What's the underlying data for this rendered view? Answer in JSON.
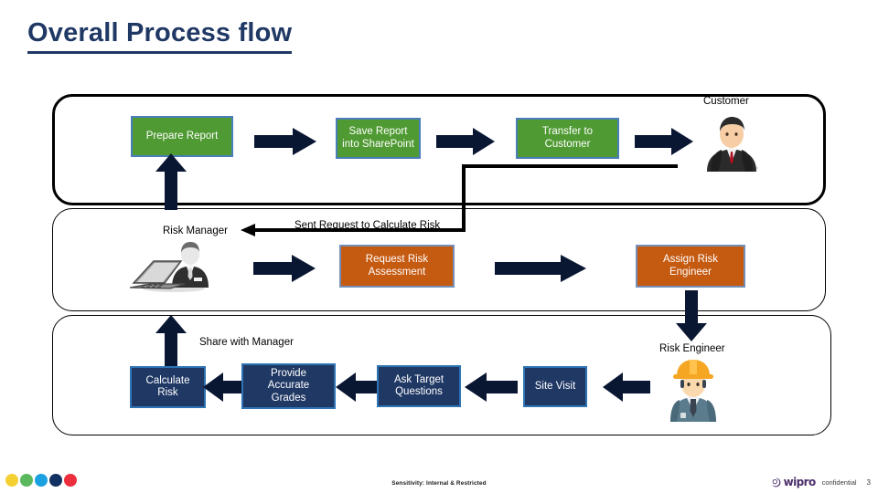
{
  "title": "Overall Process flow",
  "lanes": [
    {
      "id": "customer",
      "label": "Customer"
    },
    {
      "id": "manager",
      "label": "Risk Manager"
    },
    {
      "id": "engineer",
      "label": "Risk Engineer"
    }
  ],
  "boxes": {
    "prepare_report": "Prepare Report",
    "save_sharepoint": "Save Report\ninto SharePoint",
    "transfer": "Transfer to\nCustomer",
    "request_risk": "Request Risk\nAssessment",
    "assign_engineer": "Assign Risk\nEngineer",
    "calculate_risk": "Calculate\nRisk",
    "provide_grades": "Provide\nAccurate\nGrades",
    "ask_questions": "Ask Target\nQuestions",
    "site_visit": "Site Visit"
  },
  "connector_labels": {
    "sent_request": "Sent Request to Calculate Risk",
    "share_with_manager": "Share with Manager"
  },
  "actor_labels": {
    "customer": "Customer",
    "risk_manager": "Risk Manager",
    "risk_engineer": "Risk Engineer"
  },
  "icons": {
    "customer": "businessman-icon",
    "risk_manager": "manager-with-laptop-icon",
    "risk_engineer": "engineer-hardhat-icon",
    "wipro_mark": "wipro-swirl-icon"
  },
  "colors": {
    "title": "#1F3864",
    "green_box": "#4F9A32",
    "green_border": "#4A7EBB",
    "orange_box": "#C55A11",
    "orange_border": "#7590B8",
    "navy_box": "#1F3864",
    "navy_border": "#2E74B5",
    "arrow": "#0D1C3D",
    "lane_border": "#000000",
    "wipro_purple": "#4B2E6B"
  },
  "footer": {
    "dots": [
      "#F5D033",
      "#5CB85C",
      "#1BA0E1",
      "#113262",
      "#ED2E3D"
    ],
    "sensitivity": "Sensitivity: Internal & Restricted",
    "brand": "wipro",
    "confidential": "confidential",
    "page_number": "3"
  }
}
